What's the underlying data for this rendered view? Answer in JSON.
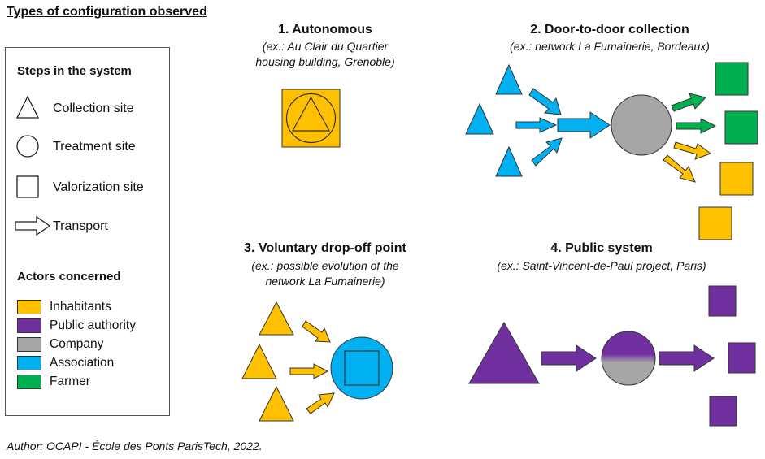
{
  "title": "Types of configuration observed",
  "legend": {
    "steps_heading": "Steps in the system",
    "steps": [
      {
        "label": "Collection site",
        "icon": "triangle-icon"
      },
      {
        "label": "Treatment site",
        "icon": "circle-icon"
      },
      {
        "label": "Valorization site",
        "icon": "square-icon"
      },
      {
        "label": "Transport",
        "icon": "arrow-icon"
      }
    ],
    "actors_heading": "Actors concerned",
    "actors": [
      {
        "label": "Inhabitants",
        "color": "#FFC000"
      },
      {
        "label": "Public authority",
        "color": "#7030A0"
      },
      {
        "label": "Company",
        "color": "#A6A6A6"
      },
      {
        "label": "Association",
        "color": "#00B0F0"
      },
      {
        "label": "Farmer",
        "color": "#00B050"
      }
    ]
  },
  "panels": [
    {
      "title": "1.   Autonomous",
      "subtitle_line1": "(ex.: Au Clair du Quartier",
      "subtitle_line2": "housing building, Grenoble)"
    },
    {
      "title": "2. Door-to-door collection",
      "subtitle_line1": "(ex.: network La Fumainerie, Bordeaux)",
      "subtitle_line2": ""
    },
    {
      "title": "3. Voluntary drop-off point",
      "subtitle_line1": "(ex.: possible evolution of the",
      "subtitle_line2": "network La Fumainerie)"
    },
    {
      "title": "4. Public system",
      "subtitle_line1": "(ex.:  Saint-Vincent-de-Paul project, Paris)",
      "subtitle_line2": ""
    }
  ],
  "author": "Author: OCAPI - École des Ponts ParisTech, 2022."
}
